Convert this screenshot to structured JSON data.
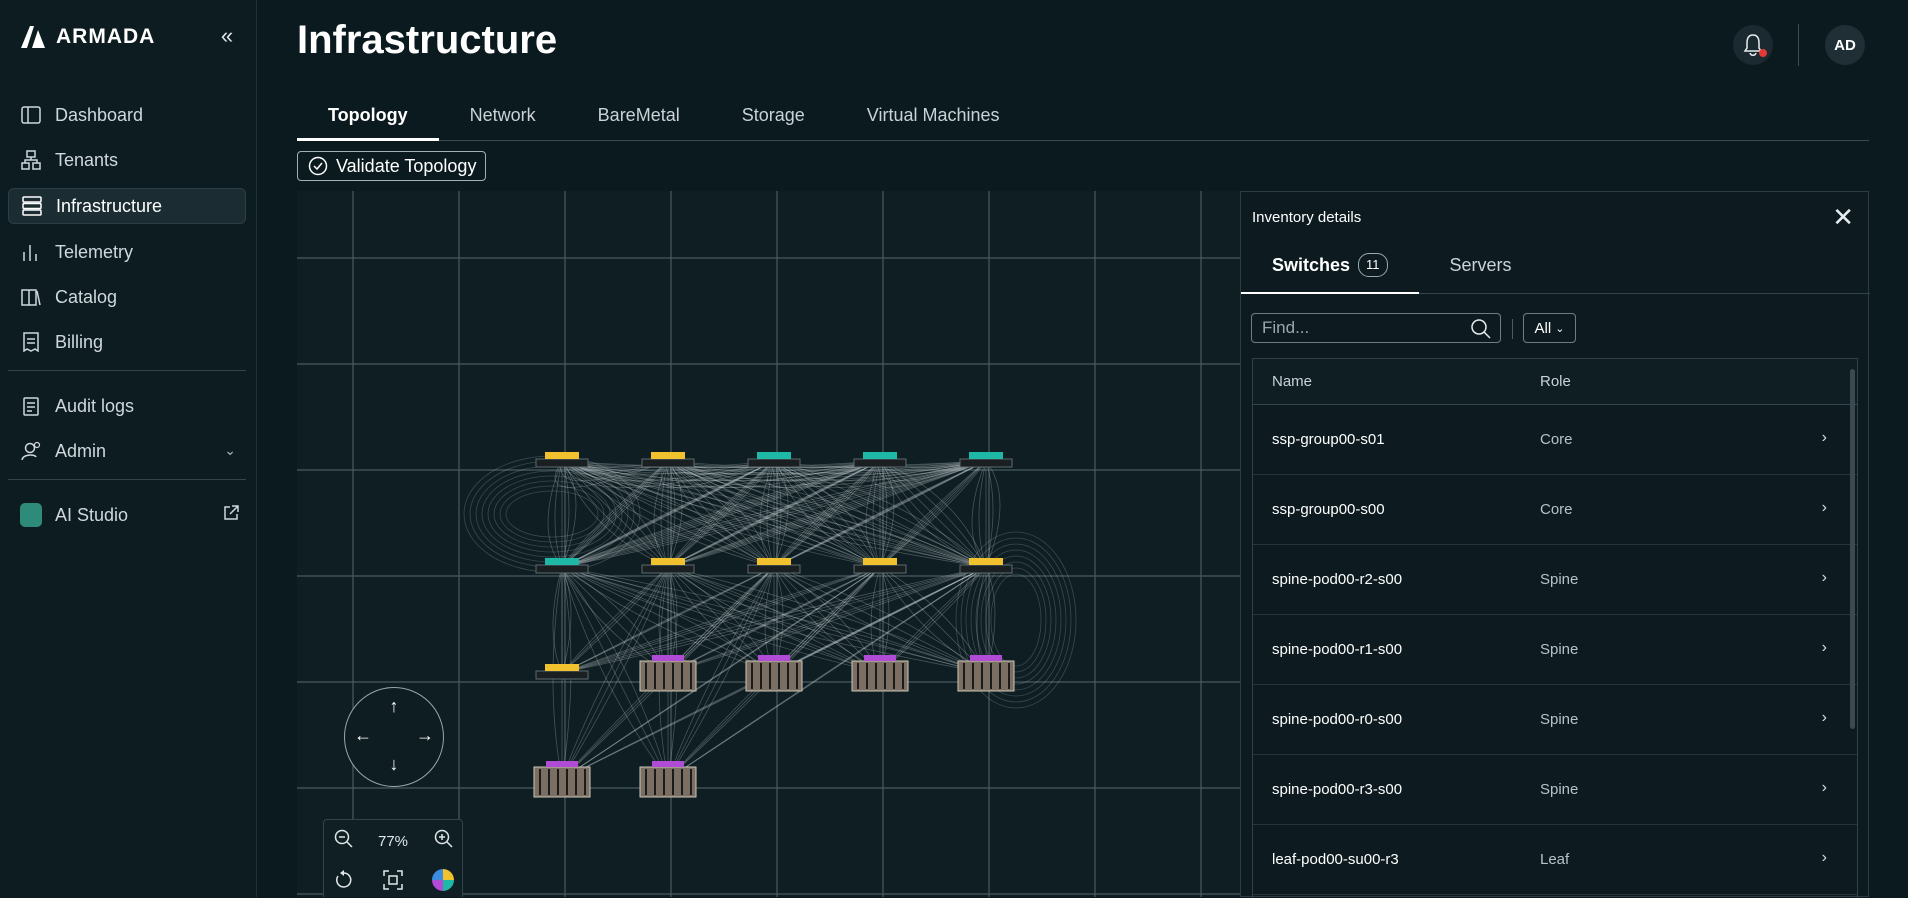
{
  "brand": {
    "name": "ARMADA"
  },
  "sidebar": {
    "items": [
      {
        "label": "Dashboard",
        "icon": "dashboard-icon"
      },
      {
        "label": "Tenants",
        "icon": "tenants-icon"
      },
      {
        "label": "Infrastructure",
        "icon": "infrastructure-icon",
        "active": true
      },
      {
        "label": "Telemetry",
        "icon": "telemetry-icon"
      },
      {
        "label": "Catalog",
        "icon": "catalog-icon"
      },
      {
        "label": "Billing",
        "icon": "billing-icon"
      }
    ],
    "secondary": [
      {
        "label": "Audit logs",
        "icon": "audit-logs-icon"
      },
      {
        "label": "Admin",
        "icon": "admin-icon"
      }
    ],
    "ai_studio": {
      "label": "AI Studio",
      "icon": "ai-studio-icon"
    }
  },
  "header": {
    "title": "Infrastructure",
    "avatar_initials": "AD"
  },
  "tabs": [
    "Topology",
    "Network",
    "BareMetal",
    "Storage",
    "Virtual Machines"
  ],
  "toolbar": {
    "validate_label": "Validate Topology"
  },
  "canvas": {
    "zoom_level": "77%"
  },
  "inventory": {
    "title": "Inventory details",
    "tabs": {
      "switches_label": "Switches",
      "switches_count": "11",
      "servers_label": "Servers"
    },
    "search_placeholder": "Find...",
    "filter_value": "All",
    "columns": {
      "name": "Name",
      "role": "Role"
    },
    "rows": [
      {
        "name": "ssp-group00-s01",
        "role": "Core"
      },
      {
        "name": "ssp-group00-s00",
        "role": "Core"
      },
      {
        "name": "spine-pod00-r2-s00",
        "role": "Spine"
      },
      {
        "name": "spine-pod00-r1-s00",
        "role": "Spine"
      },
      {
        "name": "spine-pod00-r0-s00",
        "role": "Spine"
      },
      {
        "name": "spine-pod00-r3-s00",
        "role": "Spine"
      },
      {
        "name": "leaf-pod00-su00-r3",
        "role": "Leaf"
      }
    ]
  },
  "colors": {
    "accent_yellow": "#f2c12e",
    "accent_teal": "#1fb8a6",
    "accent_purple": "#b04bd6",
    "alert_red": "#e53935"
  }
}
